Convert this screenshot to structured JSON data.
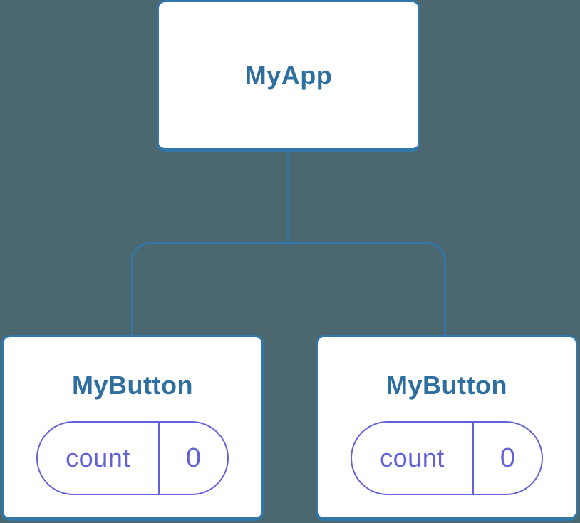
{
  "colors": {
    "background": "#4b6770",
    "node_fill": "#ffffff",
    "node_border": "#3277a8",
    "node_text": "#2e6f9f",
    "connector": "#3277a8",
    "state_accent": "#6262d8"
  },
  "tree": {
    "root": {
      "label": "MyApp"
    },
    "children": [
      {
        "label": "MyButton",
        "state": {
          "name": "count",
          "value": "0"
        }
      },
      {
        "label": "MyButton",
        "state": {
          "name": "count",
          "value": "0"
        }
      }
    ]
  }
}
